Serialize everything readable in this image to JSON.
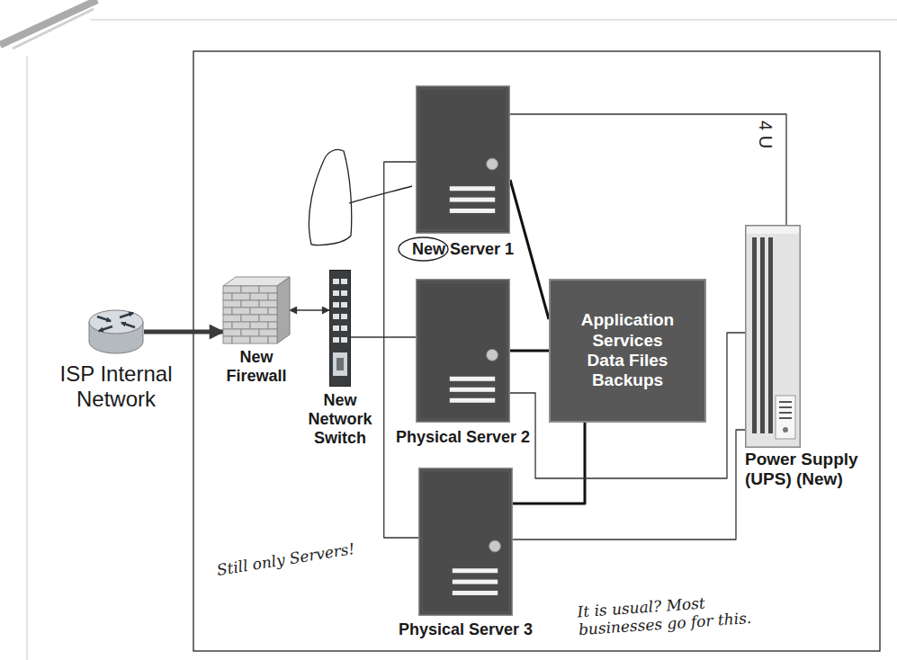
{
  "diagram": {
    "nodes": [
      {
        "text": [
          "ISP Internal Network"
        ]
      },
      {
        "text": [
          "New Firewall"
        ]
      },
      {
        "text": [
          "New Network Switch"
        ]
      },
      {
        "text": [
          "New Server 1"
        ]
      },
      {
        "text": [
          "Physical Server 2"
        ]
      },
      {
        "text": [
          "Application Services Data Files Backups"
        ]
      },
      {
        "text": [
          "Physical Server 3"
        ]
      },
      {
        "text": [
          "Power Supply (UPS) (New)"
        ]
      }
    ],
    "edges": [
      {
        "from": 0,
        "to": 1,
        "arrow": "to"
      },
      {
        "from": 1,
        "to": 2,
        "arrow": "both"
      },
      {
        "from": 2,
        "to": 4,
        "arrow": "none"
      },
      {
        "from": 3,
        "to": 5,
        "arrow": "none"
      },
      {
        "from": 4,
        "to": 5,
        "arrow": "none"
      },
      {
        "from": 6,
        "to": 5,
        "arrow": "none"
      },
      {
        "from": 3,
        "to": 7,
        "arrow": "none"
      },
      {
        "from": 4,
        "to": 7,
        "arrow": "none"
      },
      {
        "from": 6,
        "to": 7,
        "arrow": "none"
      },
      {
        "from": 3,
        "to": 6,
        "arrow": "none"
      }
    ],
    "labels": [
      "4 U",
      "Still only Servers!",
      "It is usual? Most businesses go for this."
    ]
  }
}
